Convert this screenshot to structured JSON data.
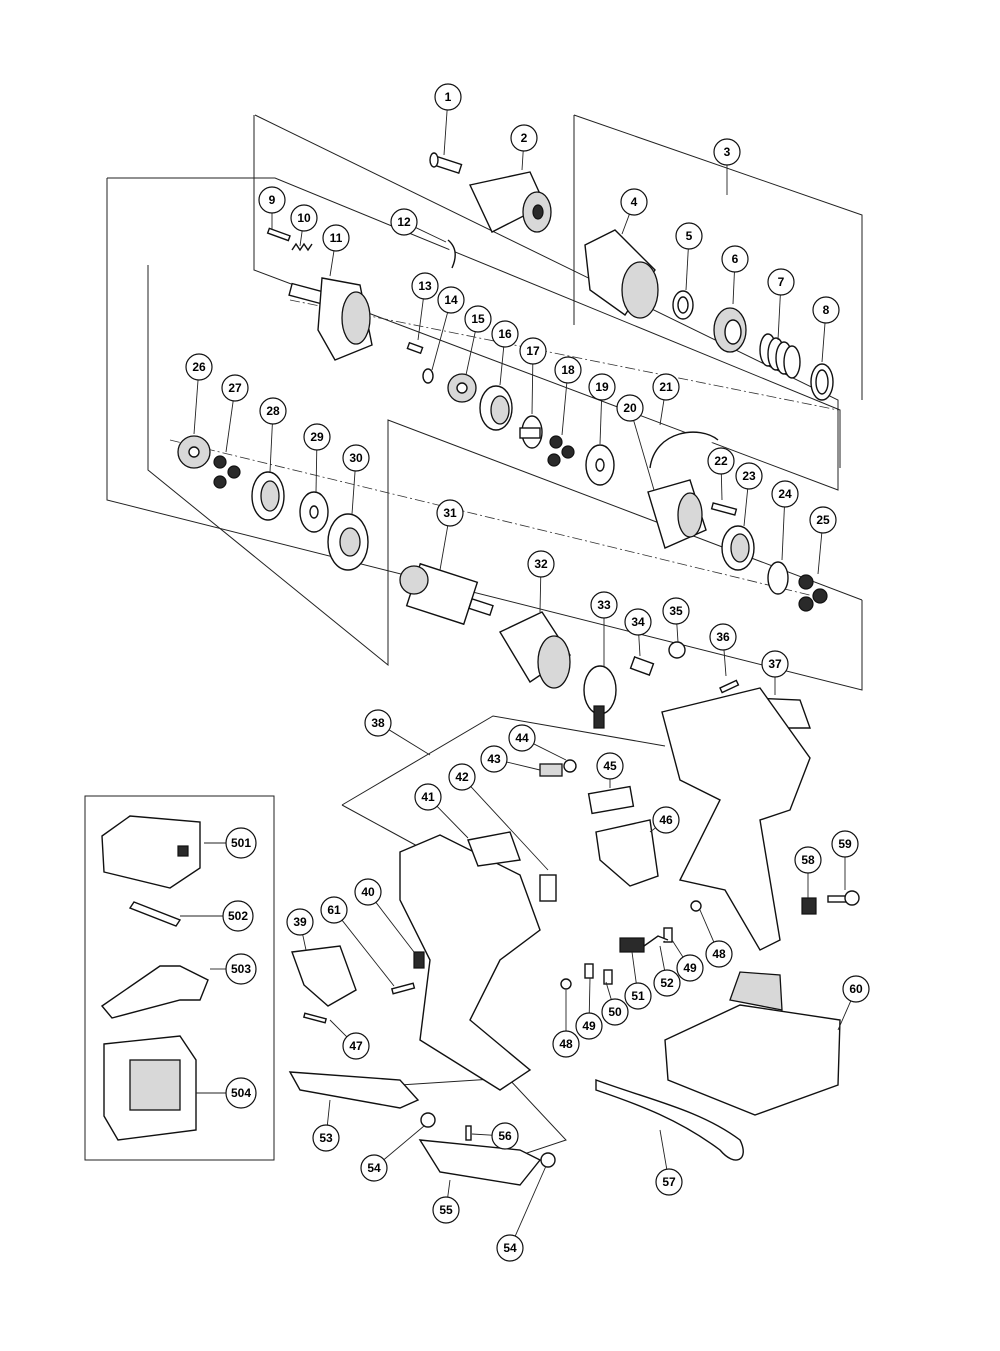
{
  "diagram": {
    "callouts": [
      {
        "id": "c1",
        "label": "1"
      },
      {
        "id": "c2",
        "label": "2"
      },
      {
        "id": "c3",
        "label": "3"
      },
      {
        "id": "c4",
        "label": "4"
      },
      {
        "id": "c5",
        "label": "5"
      },
      {
        "id": "c6",
        "label": "6"
      },
      {
        "id": "c7",
        "label": "7"
      },
      {
        "id": "c8",
        "label": "8"
      },
      {
        "id": "c9",
        "label": "9"
      },
      {
        "id": "c10",
        "label": "10"
      },
      {
        "id": "c11",
        "label": "11"
      },
      {
        "id": "c12",
        "label": "12"
      },
      {
        "id": "c13",
        "label": "13"
      },
      {
        "id": "c14",
        "label": "14"
      },
      {
        "id": "c15",
        "label": "15"
      },
      {
        "id": "c16",
        "label": "16"
      },
      {
        "id": "c17",
        "label": "17"
      },
      {
        "id": "c18",
        "label": "18"
      },
      {
        "id": "c19",
        "label": "19"
      },
      {
        "id": "c20",
        "label": "20"
      },
      {
        "id": "c21",
        "label": "21"
      },
      {
        "id": "c22",
        "label": "22"
      },
      {
        "id": "c23",
        "label": "23"
      },
      {
        "id": "c24",
        "label": "24"
      },
      {
        "id": "c25",
        "label": "25"
      },
      {
        "id": "c26",
        "label": "26"
      },
      {
        "id": "c27",
        "label": "27"
      },
      {
        "id": "c28",
        "label": "28"
      },
      {
        "id": "c29",
        "label": "29"
      },
      {
        "id": "c30",
        "label": "30"
      },
      {
        "id": "c31",
        "label": "31"
      },
      {
        "id": "c32",
        "label": "32"
      },
      {
        "id": "c33",
        "label": "33"
      },
      {
        "id": "c34",
        "label": "34"
      },
      {
        "id": "c35",
        "label": "35"
      },
      {
        "id": "c36",
        "label": "36"
      },
      {
        "id": "c37",
        "label": "37"
      },
      {
        "id": "c38",
        "label": "38"
      },
      {
        "id": "c39",
        "label": "39"
      },
      {
        "id": "c40",
        "label": "40"
      },
      {
        "id": "c41",
        "label": "41"
      },
      {
        "id": "c42",
        "label": "42"
      },
      {
        "id": "c43",
        "label": "43"
      },
      {
        "id": "c44",
        "label": "44"
      },
      {
        "id": "c45",
        "label": "45"
      },
      {
        "id": "c46",
        "label": "46"
      },
      {
        "id": "c47",
        "label": "47"
      },
      {
        "id": "c48a",
        "label": "48"
      },
      {
        "id": "c48b",
        "label": "48"
      },
      {
        "id": "c49a",
        "label": "49"
      },
      {
        "id": "c49b",
        "label": "49"
      },
      {
        "id": "c50",
        "label": "50"
      },
      {
        "id": "c51",
        "label": "51"
      },
      {
        "id": "c52",
        "label": "52"
      },
      {
        "id": "c53",
        "label": "53"
      },
      {
        "id": "c54a",
        "label": "54"
      },
      {
        "id": "c54b",
        "label": "54"
      },
      {
        "id": "c55",
        "label": "55"
      },
      {
        "id": "c56",
        "label": "56"
      },
      {
        "id": "c57",
        "label": "57"
      },
      {
        "id": "c58",
        "label": "58"
      },
      {
        "id": "c59",
        "label": "59"
      },
      {
        "id": "c60",
        "label": "60"
      },
      {
        "id": "c61",
        "label": "61"
      },
      {
        "id": "c501",
        "label": "501"
      },
      {
        "id": "c502",
        "label": "502"
      },
      {
        "id": "c503",
        "label": "503"
      },
      {
        "id": "c504",
        "label": "504"
      }
    ]
  },
  "icons": {
    "chuck": "keyless-chuck-icon",
    "motor": "armature-icon",
    "battery": "battery-pack-icon",
    "charger": "charger-icon",
    "case": "carrying-case-icon"
  },
  "colors": {
    "line": "#111111",
    "background": "#ffffff"
  }
}
